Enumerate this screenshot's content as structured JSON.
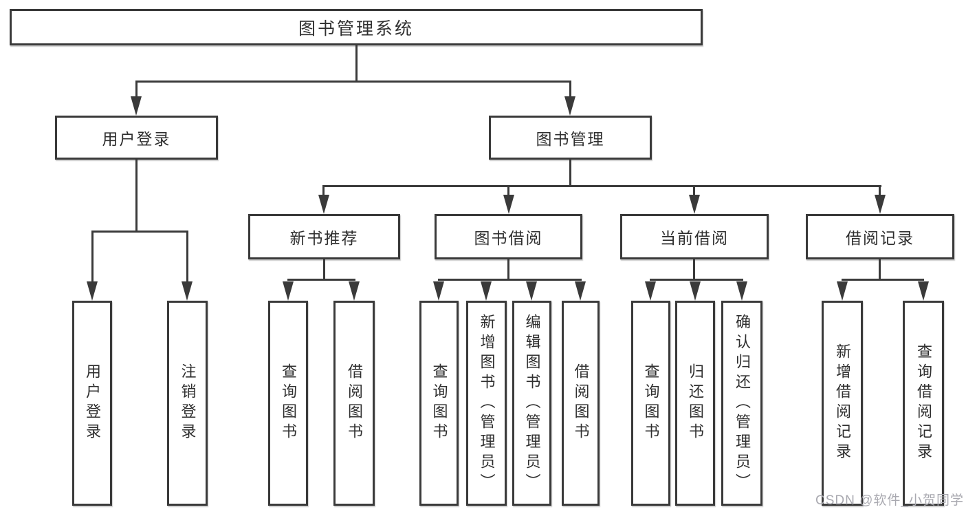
{
  "diagram_type": "hierarchy-tree",
  "colors": {
    "line": "#3a3a3a",
    "text": "#2f2f2f",
    "background": "#ffffff",
    "watermark": "#a9a9b0"
  },
  "tree": {
    "label": "图书管理系统",
    "children": [
      {
        "label": "用户登录",
        "children": [
          {
            "label": "用户登录"
          },
          {
            "label": "注销登录"
          }
        ]
      },
      {
        "label": "图书管理",
        "children": [
          {
            "label": "新书推荐",
            "children": [
              {
                "label": "查询图书"
              },
              {
                "label": "借阅图书"
              }
            ]
          },
          {
            "label": "图书借阅",
            "children": [
              {
                "label": "查询图书"
              },
              {
                "label": "新增图书（管理员）"
              },
              {
                "label": "编辑图书（管理员）"
              },
              {
                "label": "借阅图书"
              }
            ]
          },
          {
            "label": "当前借阅",
            "children": [
              {
                "label": "查询图书"
              },
              {
                "label": "归还图书"
              },
              {
                "label": "确认归还（管理员）"
              }
            ]
          },
          {
            "label": "借阅记录",
            "children": [
              {
                "label": "新增借阅记录"
              },
              {
                "label": "查询借阅记录"
              }
            ]
          }
        ]
      }
    ]
  },
  "watermark": {
    "text": "CSDN @软件_小贺同学"
  }
}
